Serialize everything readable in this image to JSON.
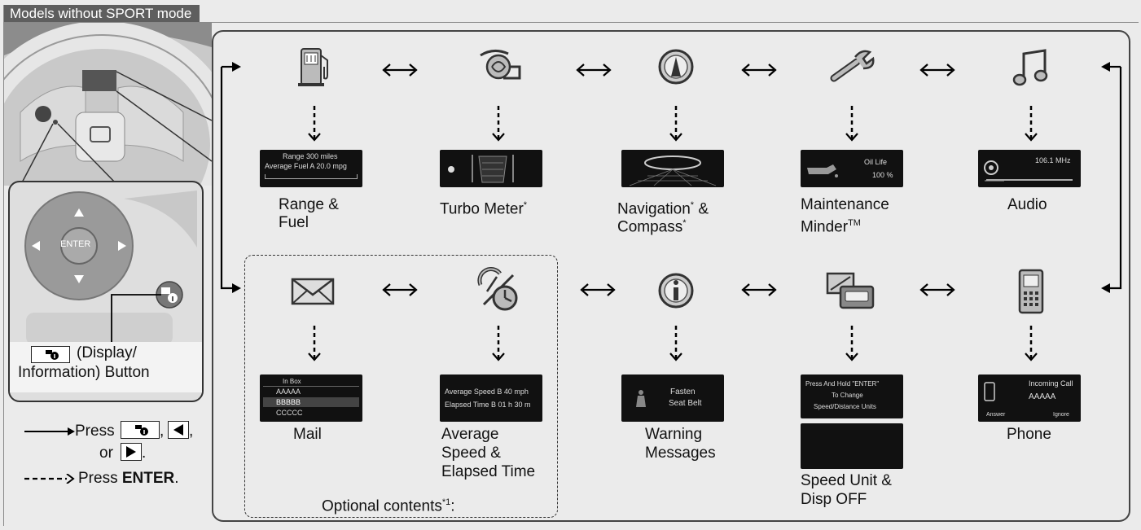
{
  "header": {
    "title": "Models without SPORT mode"
  },
  "sidebar": {
    "button_caption_1": "(Display/",
    "button_caption_2": "Information) Button",
    "enter_label": "ENTER",
    "legend_press_prefix": "Press",
    "legend_comma1": ",",
    "legend_comma2": ",",
    "legend_or": "or",
    "legend_period1": ".",
    "legend_enter_prefix": "Press",
    "legend_enter_key": "ENTER",
    "legend_period2": "."
  },
  "top_row": [
    {
      "name": "range-fuel",
      "label1": "Range &",
      "label2": "Fuel",
      "screen": [
        "Range  300 miles",
        "Average Fuel A   20.0 mpg"
      ]
    },
    {
      "name": "turbo-meter",
      "label1": "Turbo Meter",
      "sup": "*"
    },
    {
      "name": "navigation",
      "label1": "Navigation",
      "sup1": "*",
      "amp": " &",
      "label2": "Compass",
      "sup2": "*"
    },
    {
      "name": "maintenance",
      "label1": "Maintenance",
      "label2": "Minder",
      "tm": "TM",
      "screen": [
        "Oil Life",
        "100 %"
      ]
    },
    {
      "name": "audio",
      "label1": "Audio",
      "screen": [
        "106.1 MHz"
      ]
    }
  ],
  "bottom_row": [
    {
      "name": "mail",
      "label1": "Mail",
      "screen": [
        "In Box",
        "AAAAA",
        "BBBBB",
        "CCCCC"
      ]
    },
    {
      "name": "average-speed",
      "label1": "Average",
      "label2": "Speed &",
      "label3": "Elapsed Time",
      "screen": [
        "Average Speed B   40 mph",
        "Elapsed Time B   01 h 30 m"
      ]
    },
    {
      "name": "warning",
      "label1": "Warning",
      "label2": "Messages",
      "screen": [
        "Fasten",
        "Seat Belt"
      ]
    },
    {
      "name": "speed-unit",
      "label1": "Speed Unit &",
      "label2": "Disp OFF",
      "screen": [
        "Press And Hold \"ENTER\"",
        "To Change",
        "Speed/Distance Units"
      ]
    },
    {
      "name": "phone",
      "label1": "Phone",
      "screen": [
        "Incoming Call",
        "AAAAA",
        "Answer",
        "Ignore"
      ]
    }
  ],
  "optional": {
    "label": "Optional contents",
    "sup": "*1",
    "suffix": ":"
  },
  "colors": {
    "frame": "#444444",
    "tab": "#5e5e5e",
    "background": "#ebebeb",
    "screen": "#111111"
  }
}
